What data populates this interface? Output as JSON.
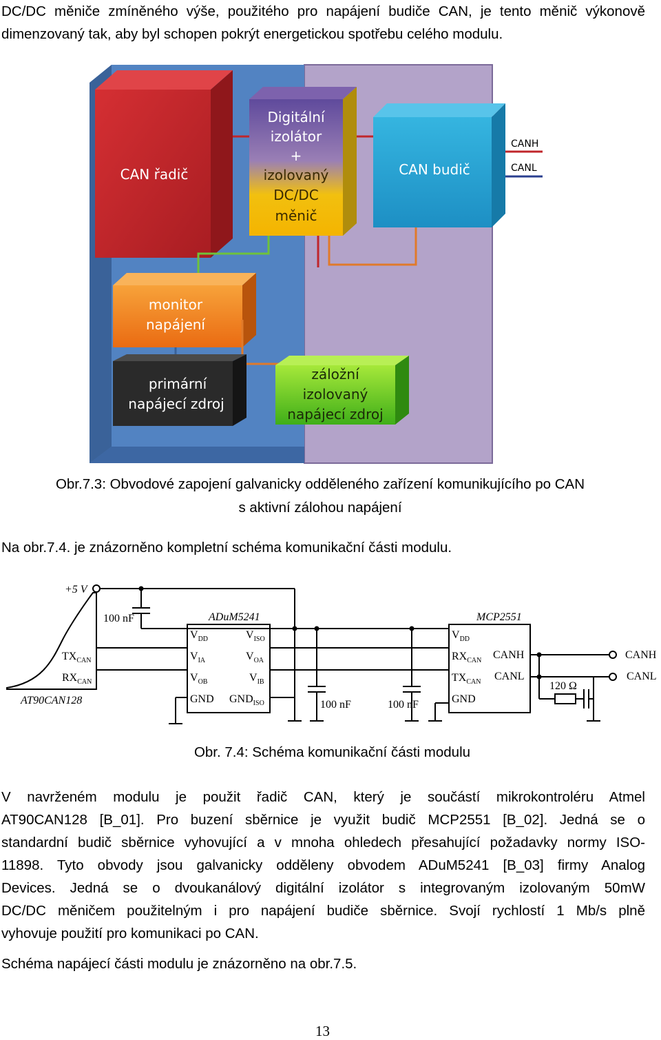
{
  "intro_paragraph": "DC/DC měniče zmíněného výše, použitého pro napájení budiče CAN, je tento měnič výkonově dimenzovaný tak, aby byl schopen pokrýt energetickou spotřebu celého modulu.",
  "figure1": {
    "blocks": {
      "can_radic": "CAN řadič",
      "isolator": [
        "Digitální",
        "izolátor",
        "+",
        "izolovaný",
        "DC/DC",
        "měnič"
      ],
      "can_budic": "CAN budič",
      "monitor": [
        "monitor",
        "napájení"
      ],
      "primary": [
        "primární",
        "napájecí zdroj"
      ],
      "backup": [
        "záložní",
        "izolovaný",
        "napájecí zdroj"
      ]
    },
    "signals": {
      "canh": "CANH",
      "canl": "CANL"
    },
    "caption_line1": "Obr.7.3: Obvodové zapojení galvanicky odděleného zařízení komunikujícího po CAN",
    "caption_line2": "s aktivní zálohou napájení"
  },
  "paragraph2": "Na obr.7.4. je znázorněno kompletní schéma komunikační části modulu.",
  "figure2": {
    "supply": "+5 V",
    "cap1": "100 nF",
    "mcu": {
      "name": "AT90CAN128",
      "tx": "TX",
      "rx": "RX",
      "sub": "CAN"
    },
    "isolator": {
      "name": "ADuM5241",
      "vdd": "V",
      "vdd_sub": "DD",
      "viso": "V",
      "viso_sub": "ISO",
      "via": "V",
      "via_sub": "IA",
      "voa": "V",
      "voa_sub": "OA",
      "vob": "V",
      "vob_sub": "OB",
      "vib": "V",
      "vib_sub": "IB",
      "gnd": "GND",
      "gndiso": "GND",
      "gndiso_sub": "ISO"
    },
    "cap2": "100 nF",
    "cap3": "100 nF",
    "transceiver": {
      "name": "MCP2551",
      "vdd": "V",
      "vdd_sub": "DD",
      "rx": "RX",
      "tx": "TX",
      "sub": "CAN",
      "canh": "CANH",
      "canl": "CANL",
      "gnd": "GND"
    },
    "resistor": "120 Ω",
    "out_canh": "CANH",
    "out_canl": "CANL",
    "caption": "Obr. 7.4: Schéma komunikační části modulu"
  },
  "paragraph3_lines": [
    "V navrženém modulu je použit řadič CAN, který je součástí mikrokontroléru Atmel",
    "AT90CAN128 [B_01]. Pro buzení sběrnice je využit budič MCP2551 [B_02]. Jedná se o",
    "standardní budič sběrnice vyhovující a v mnoha ohledech přesahující požadavky normy ISO-",
    "11898. Tyto obvody jsou galvanicky odděleny obvodem ADuM5241 [B_03] firmy Analog",
    "Devices. Jedná se o dvoukanálový digitální izolátor s integrovaným izolovaným 50mW",
    "DC/DC měničem použitelným i pro napájení budiče sběrnice. Svojí rychlostí 1 Mb/s plně",
    "vyhovuje použití pro komunikaci po CAN."
  ],
  "paragraph4": "Schéma napájecí části modulu je znázorněno na obr.7.5.",
  "page_number": "13",
  "colors": {
    "blue_plate": "#4f7ab8",
    "purple_plate": "#b2a2c8",
    "red_block": "#c0262b",
    "isolator_top": "#6b4fa0",
    "isolator_bottom": "#f2c00f",
    "budic_blue": "#2ea3d4",
    "monitor_orange": "#f2821e",
    "primary_dark": "#2b2b2b",
    "backup_green": "#5dbb1e",
    "canh_line": "#c0262b",
    "canl_line": "#2a3f8f"
  }
}
